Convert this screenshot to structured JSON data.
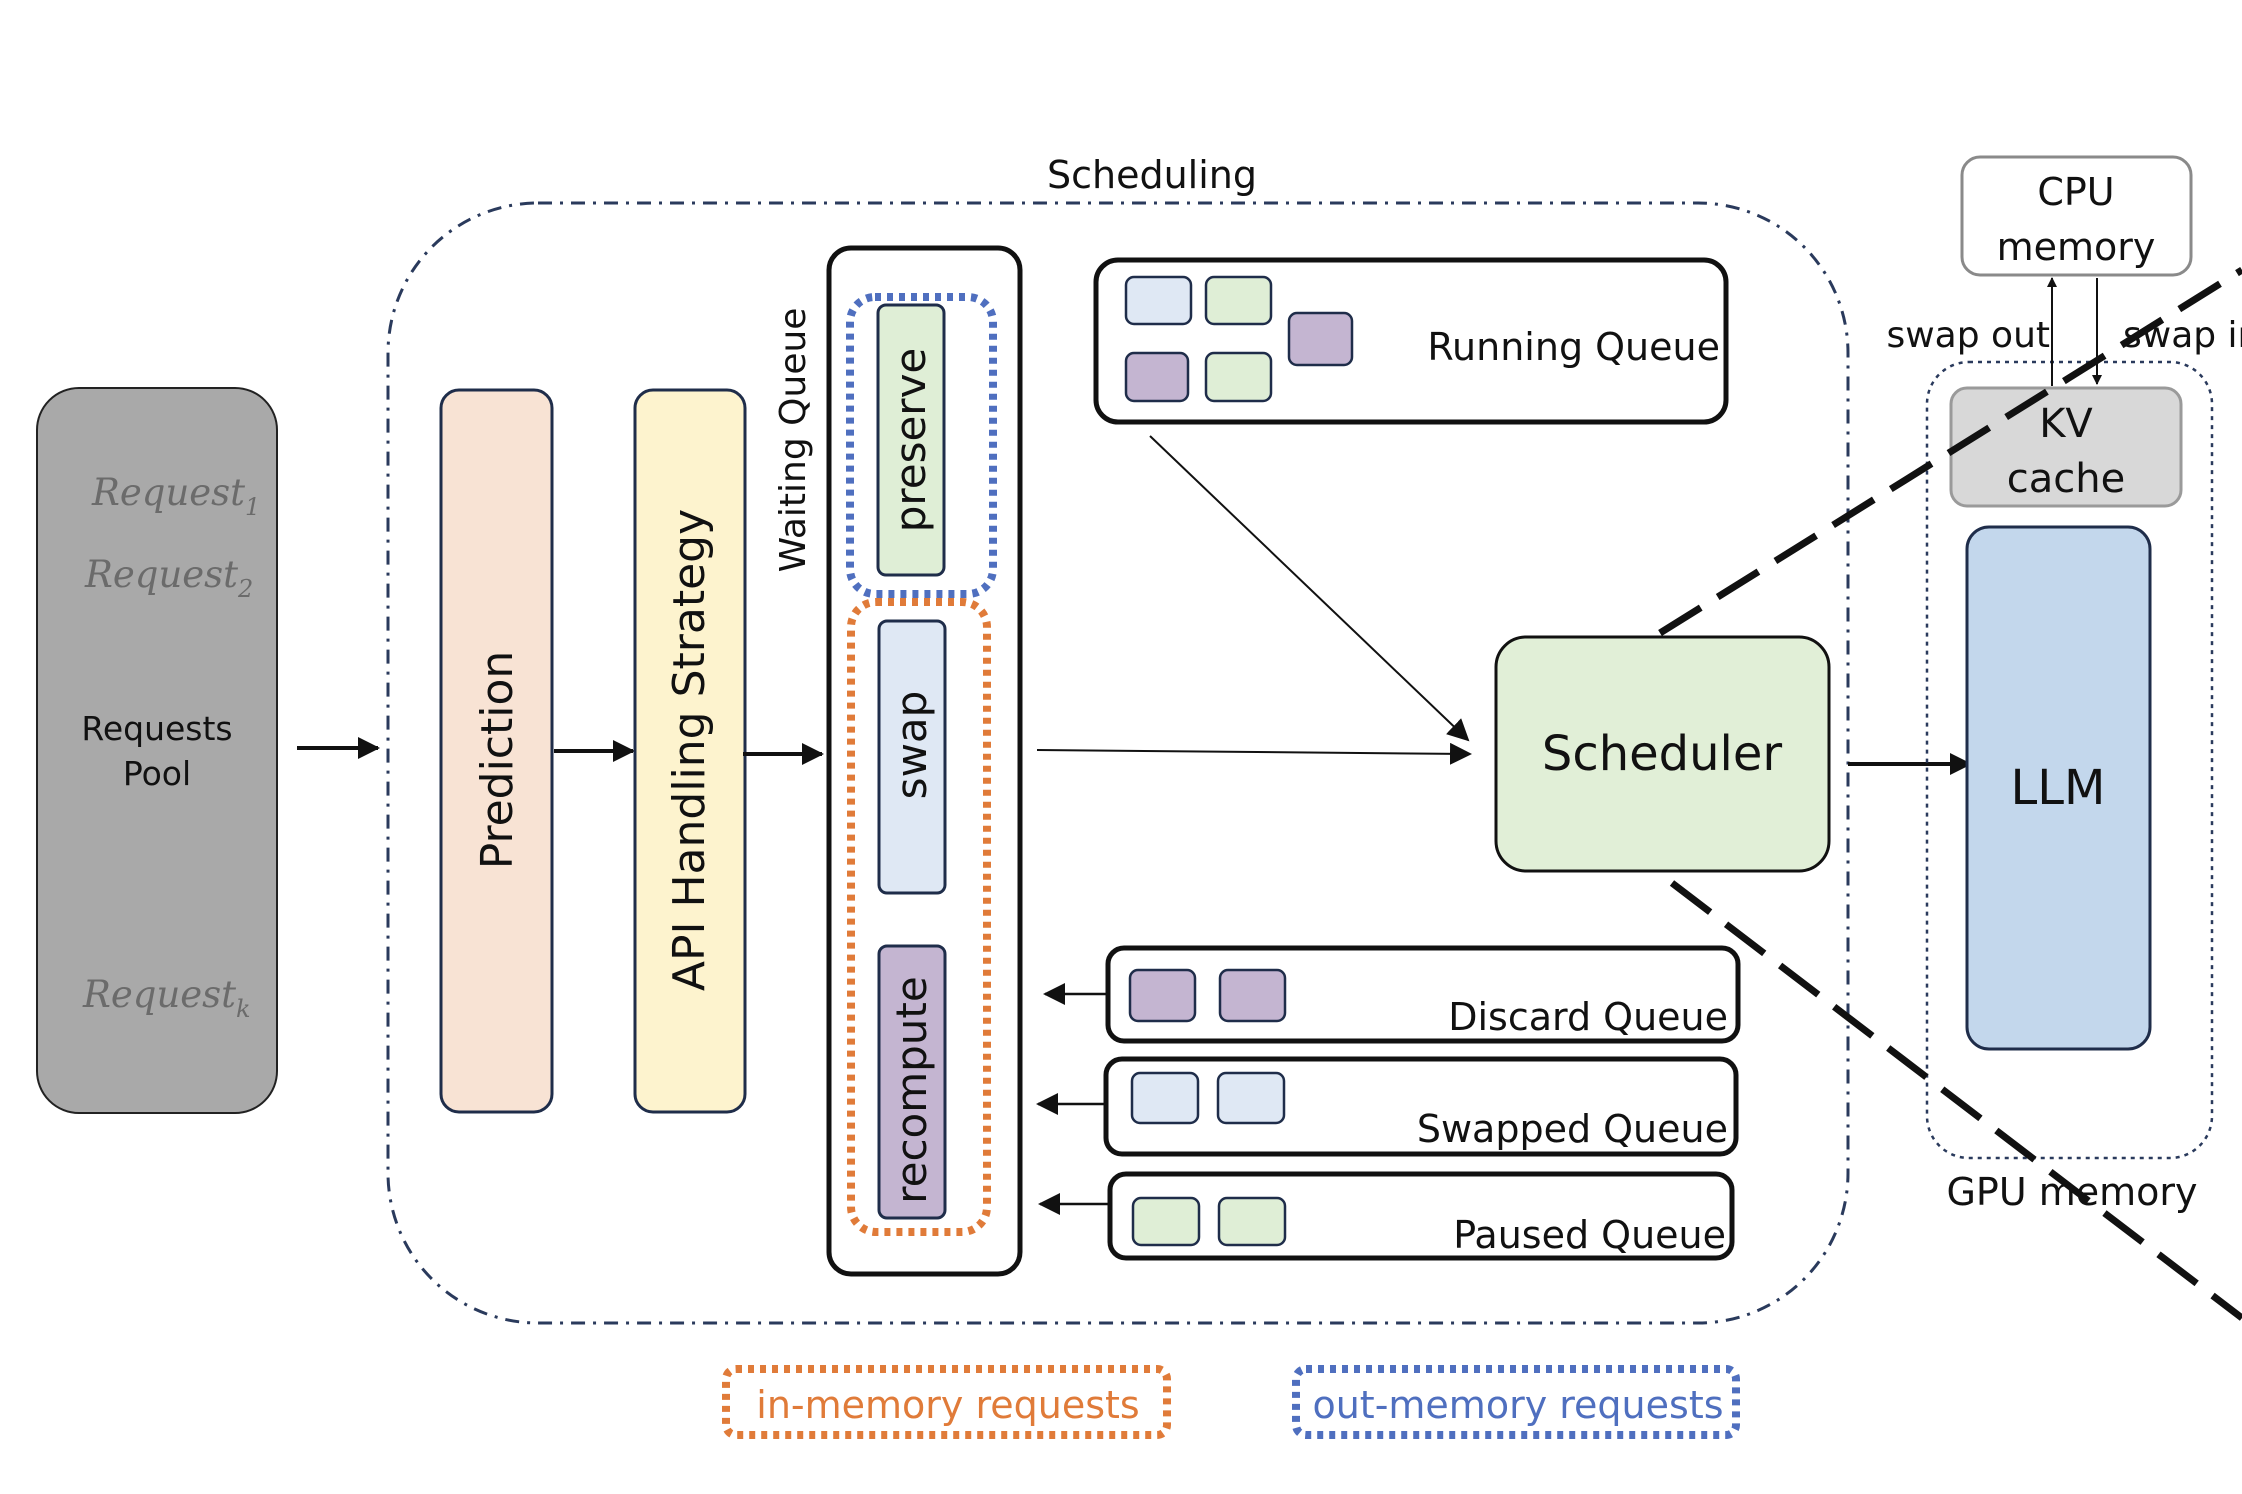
{
  "title": "Scheduling",
  "requests_pool": {
    "items": [
      {
        "base": "Request",
        "sub": "1"
      },
      {
        "base": "Request",
        "sub": "2"
      },
      {
        "base": "Request",
        "sub": "k"
      }
    ],
    "label_line1": "Requests",
    "label_line2": "Pool"
  },
  "prediction": "Prediction",
  "api_strategy": "API Handling Strategy",
  "waiting_queue": {
    "label": "Waiting Queue",
    "preserve": "preserve",
    "swap": "swap",
    "recompute": "recompute"
  },
  "running_queue": "Running Queue",
  "scheduler": "Scheduler",
  "discard_queue": "Discard Queue",
  "swapped_queue": "Swapped Queue",
  "paused_queue": "Paused Queue",
  "gpu": {
    "cpu_line1": "CPU",
    "cpu_line2": "memory",
    "swap_out": "swap out",
    "swap_in": "swap in",
    "kv_line1": "KV",
    "kv_line2": "cache",
    "llm": "LLM",
    "gpu_memory": "GPU memory"
  },
  "legend": {
    "in_memory": "in-memory requests",
    "out_memory": "out-memory requests"
  },
  "colors": {
    "pool_bg": "#a9a9a9",
    "prediction": "#f8e3d4",
    "api": "#fdf3ce",
    "preserve": "#dfeed6",
    "swap": "#dfe8f4",
    "recompute": "#c4b5d1",
    "scheduler": "#e1efd7",
    "llm": "#c3d7ec",
    "kv": "#d8d8d8",
    "orange_dotted": "#e07b39",
    "blue_dotted": "#4f6fbf",
    "dashdot": "#2a3a5c"
  }
}
